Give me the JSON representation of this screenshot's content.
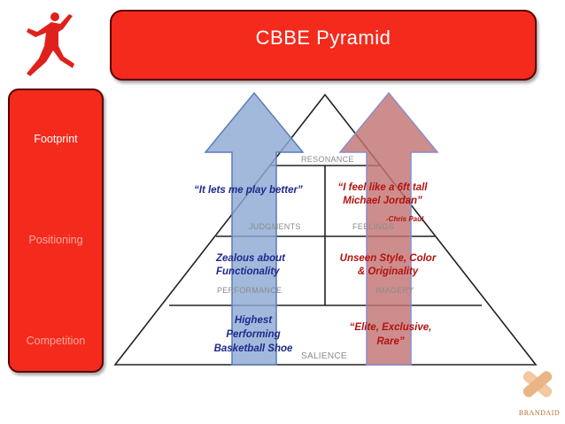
{
  "title": "CBBE Pyramid",
  "sidebar": {
    "items": [
      "Footprint",
      "Positioning",
      "Competition"
    ],
    "active_color": "#ffffff",
    "inactive_color": "#f7a99f"
  },
  "pyramid": {
    "levels": {
      "resonance": "RESONANCE",
      "judgments": "JUDGMENTS",
      "feelings": "FEELINGS",
      "performance": "PERFORMANCE",
      "imagery": "IMAGERY",
      "salience": "SALIENCE"
    },
    "quotes": {
      "judgments_line": "“It lets me play better”",
      "feelings_line1": "“I feel like a 6ft tall",
      "feelings_line2": "Michael Jordan”",
      "feelings_attribution": "-Chris Paul",
      "performance_line1": "Zealous about",
      "performance_line2": "Functionality",
      "imagery_line1": "Unseen Style, Color",
      "imagery_line2": "& Originality",
      "salience_left_line1": "Highest",
      "salience_left_line2": "Performing",
      "salience_left_line3": "Basketball Shoe",
      "salience_right_line1": "“Elite, Exclusive,",
      "salience_right_line2": "Rare”"
    }
  },
  "branding": {
    "brand_logo_text": "BRANDAID",
    "jumpman_icon": "jumpman-logo-icon",
    "colors": {
      "accent": "#f42a1c",
      "quote_blue": "#1f2a8c",
      "quote_red": "#b3130f"
    }
  }
}
